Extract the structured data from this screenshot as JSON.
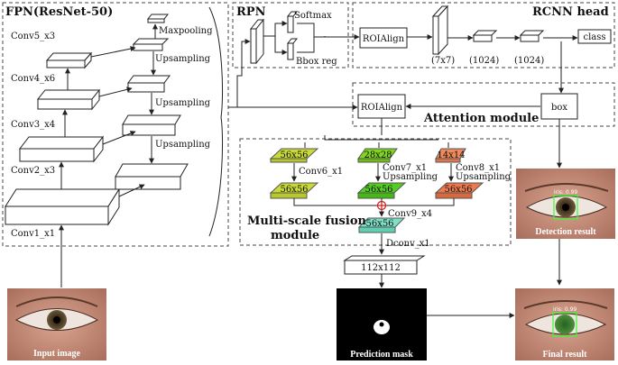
{
  "fpn": {
    "title": "FPN(ResNet-50)",
    "conv5": "Conv5_x3",
    "conv4": "Conv4_x6",
    "conv3": "Conv3_x4",
    "conv2": "Conv2_x3",
    "conv1": "Conv1_x1",
    "maxpool": "Maxpooling",
    "up1": "Upsampling",
    "up2": "Upsampling",
    "up3": "Upsampling"
  },
  "rpn": {
    "title": "RPN",
    "softmax": "Softmax",
    "bbox": "Bbox reg"
  },
  "rcnn": {
    "title": "RCNN head",
    "roi": "ROIAlign",
    "s1": "(7x7)",
    "s2": "(1024)",
    "s3": "(1024)",
    "cls": "class"
  },
  "attention": {
    "title": "Attention module",
    "roi": "ROIAlign",
    "box": "box"
  },
  "msf": {
    "title1": "Multi-scale fusion",
    "title2": "module",
    "in1": "56x56",
    "in2": "28x28",
    "in3": "14x14",
    "c6": "Conv6_x1",
    "c7": "Conv7_x1",
    "c7up": "Upsampling",
    "c8": "Conv8_x1",
    "c8up": "Upsampling",
    "o1": "56x56",
    "o2": "56x56",
    "o3": "56x56",
    "c9": "Conv9_x4",
    "fused": "56x56",
    "dconv": "Dconv_x1",
    "out": "112x112"
  },
  "images": {
    "input": "Input image",
    "detection": "Detection result",
    "mask": "Prediction mask",
    "final": "Final result",
    "iris1": "iris: 0.99",
    "iris2": "iris: 0.99"
  }
}
